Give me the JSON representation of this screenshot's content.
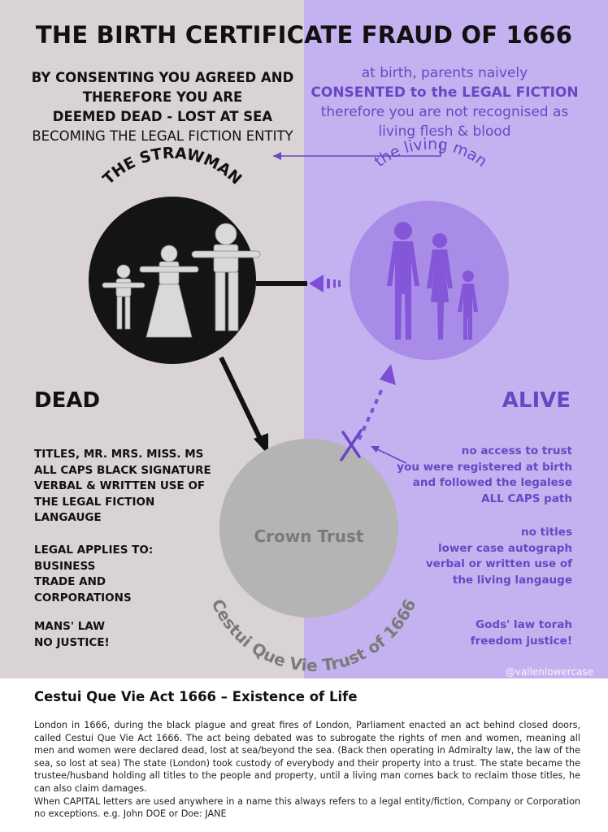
{
  "title": "THE BIRTH CERTIFICATE FRAUD OF 1666",
  "left_header": {
    "line1": "BY CONSENTING YOU AGREED AND",
    "line2": "THEREFORE YOU ARE",
    "line3": "DEEMED DEAD - LOST AT SEA",
    "line4": "BECOMING THE LEGAL FICTION ENTITY"
  },
  "right_header": {
    "line1": "at birth, parents naively",
    "line2": "CONSENTED to the LEGAL FICTION",
    "line3": "therefore you are not recognised as",
    "line4": "living flesh & blood"
  },
  "strawman_label": "THE STRAWMAN",
  "living_label": "the living man",
  "dead_label": "DEAD",
  "alive_label": "ALIVE",
  "crown_trust": "Crown Trust",
  "cestui_arc": "Cestui Que Vie Trust of 1666",
  "left_list": {
    "block1": [
      "TITLES, MR. MRS. MISS. MS",
      "ALL CAPS BLACK SIGNATURE",
      "VERBAL & WRITTEN USE OF",
      "THE LEGAL FICTION",
      "LANGAUGE"
    ],
    "block2": [
      "LEGAL APPLIES TO:",
      "BUSINESS",
      "TRADE AND",
      "CORPORATIONS"
    ],
    "block3": [
      "MANS' LAW",
      "NO JUSTICE!"
    ]
  },
  "right_list": {
    "block1": [
      "no access to trust",
      "you were registered at birth",
      "and followed the legalese",
      "ALL CAPS path"
    ],
    "block2": [
      "no titles",
      "lower case autograph",
      "verbal or written use of",
      "the living langauge"
    ],
    "block3": [
      "Gods' law torah",
      "freedom justice!"
    ]
  },
  "watermark": "@vallenlowercase",
  "act": {
    "title": "Cestui Que Vie Act 1666 – Existence of Life",
    "paragraph1": "London in 1666, during the black plague and great fires of London, Parliament enacted an act behind closed doors, called Cestui Que Vie Act 1666. The act being debated was to subrogate the rights of men and women, meaning all men and women were declared dead, lost at sea/beyond the sea. (Back then operating in Admiralty law, the law of the sea, so lost at sea) The state (London) took custody of everybody and their property into a trust. The state became the trustee/husband holding all titles to the people and property, until a living man comes back to reclaim those titles, he can also claim damages.",
    "paragraph2": "When CAPITAL letters are used anywhere in a name this always refers to a legal entity/fiction, Company or Corporation no exceptions. e.g. John DOE or Doe: JANE"
  },
  "colors": {
    "left_bg": "#d9d3d3",
    "right_bg": "#c4b1f0",
    "purple_text": "#6a46c4",
    "living_circle": "#a98be8",
    "figures": "#8456d8",
    "crown_circle": "#b4b4b4"
  },
  "icons": [
    "straw-doll-icon",
    "family-silhouette-icon",
    "cross-x-icon"
  ]
}
